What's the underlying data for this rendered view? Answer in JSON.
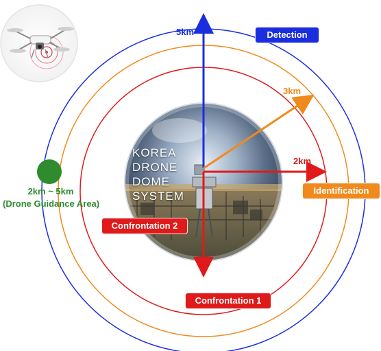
{
  "labels": {
    "detection": "Detection",
    "identification": "Identification",
    "confrontation_1": "Confrontation 1",
    "confrontation_2": "Confrontation 2"
  },
  "distances": {
    "five_km": "5km",
    "three_km": "3km",
    "two_km": "2km"
  },
  "dome_title": {
    "line1": "KOREA",
    "line2": "DRONE",
    "line3": "DOME",
    "line4": "SYSTEM"
  },
  "guidance_area": {
    "line1": "2km ~ 5km",
    "line2": "(Drone Guidance Area)"
  },
  "colors": {
    "detection_blue": "#1a2ee0",
    "identification_orange": "#f08a1c",
    "confrontation_red": "#e01a1a",
    "guidance_green": "#2e8b2e"
  },
  "icons": {
    "drone": "quadcopter-drone-icon",
    "guidance_marker": "green-circle-marker"
  }
}
